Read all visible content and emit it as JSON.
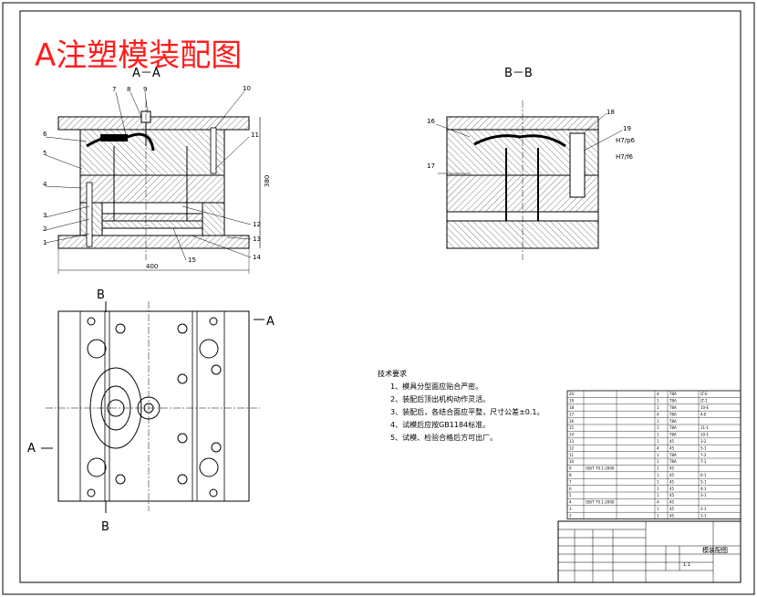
{
  "title": "A注塑模装配图",
  "section_labels": {
    "aa": "A－A",
    "bb": "B－B",
    "b_top": "B",
    "b_bottom": "B",
    "a_left": "A",
    "a_right": "A"
  },
  "dims": {
    "height": "380",
    "width": "400",
    "h7p6_a": "H7/p6",
    "h7p6_b": "H7/f6"
  },
  "callouts_aa": [
    "7",
    "8",
    "9",
    "10",
    "6",
    "5",
    "11",
    "4",
    "3",
    "2",
    "1",
    "15",
    "14",
    "13",
    "12"
  ],
  "callouts_bb": [
    "16",
    "18",
    "19",
    "17"
  ],
  "notes": {
    "heading": "技术要求",
    "items": [
      "1、模具分型面应贴合严密。",
      "2、装配后顶出机构动作灵活。",
      "3、装配后，各结合面应平整，尺寸公差±0.1。",
      "4、试模后应按GB1184标准。",
      "5、试模、检验合格后方可出厂。"
    ]
  },
  "bom_rows": [
    [
      "20",
      "",
      "4",
      "T8A",
      "LT-E"
    ],
    [
      "19",
      "",
      "1",
      "T8A",
      "LT-1"
    ],
    [
      "18",
      "",
      "1",
      "T8A",
      "10-E"
    ],
    [
      "17",
      "",
      "4",
      "T8A",
      "4-E"
    ],
    [
      "16",
      "",
      "1",
      "T8A",
      ""
    ],
    [
      "15",
      "",
      "1",
      "T8A",
      "11-1"
    ],
    [
      "14",
      "",
      "1",
      "T8A",
      "10-1"
    ],
    [
      "13",
      "",
      "1",
      "45",
      "3-2"
    ],
    [
      "12",
      "",
      "4",
      "45",
      "5-1"
    ],
    [
      "11",
      "",
      "1",
      "T8A",
      "7-2"
    ],
    [
      "10",
      "",
      "1",
      "T8A",
      "7-1"
    ],
    [
      "9",
      "GB/T 70.1-2000",
      "1",
      "45",
      ""
    ],
    [
      "8",
      "",
      "1",
      "45",
      "6-1"
    ],
    [
      "7",
      "",
      "1",
      "45",
      "5-1"
    ],
    [
      "6",
      "",
      "1",
      "45",
      "4-1"
    ],
    [
      "5",
      "",
      "1",
      "45",
      "3-1"
    ],
    [
      "4",
      "GB/T 70.1-2000",
      "4",
      "45",
      ""
    ],
    [
      "3",
      "",
      "1",
      "45",
      "2-1"
    ],
    [
      "2",
      "",
      "1",
      "45",
      "1-1"
    ]
  ],
  "title_block": {
    "drawing_name": "模装配图",
    "scale": "1:1"
  }
}
